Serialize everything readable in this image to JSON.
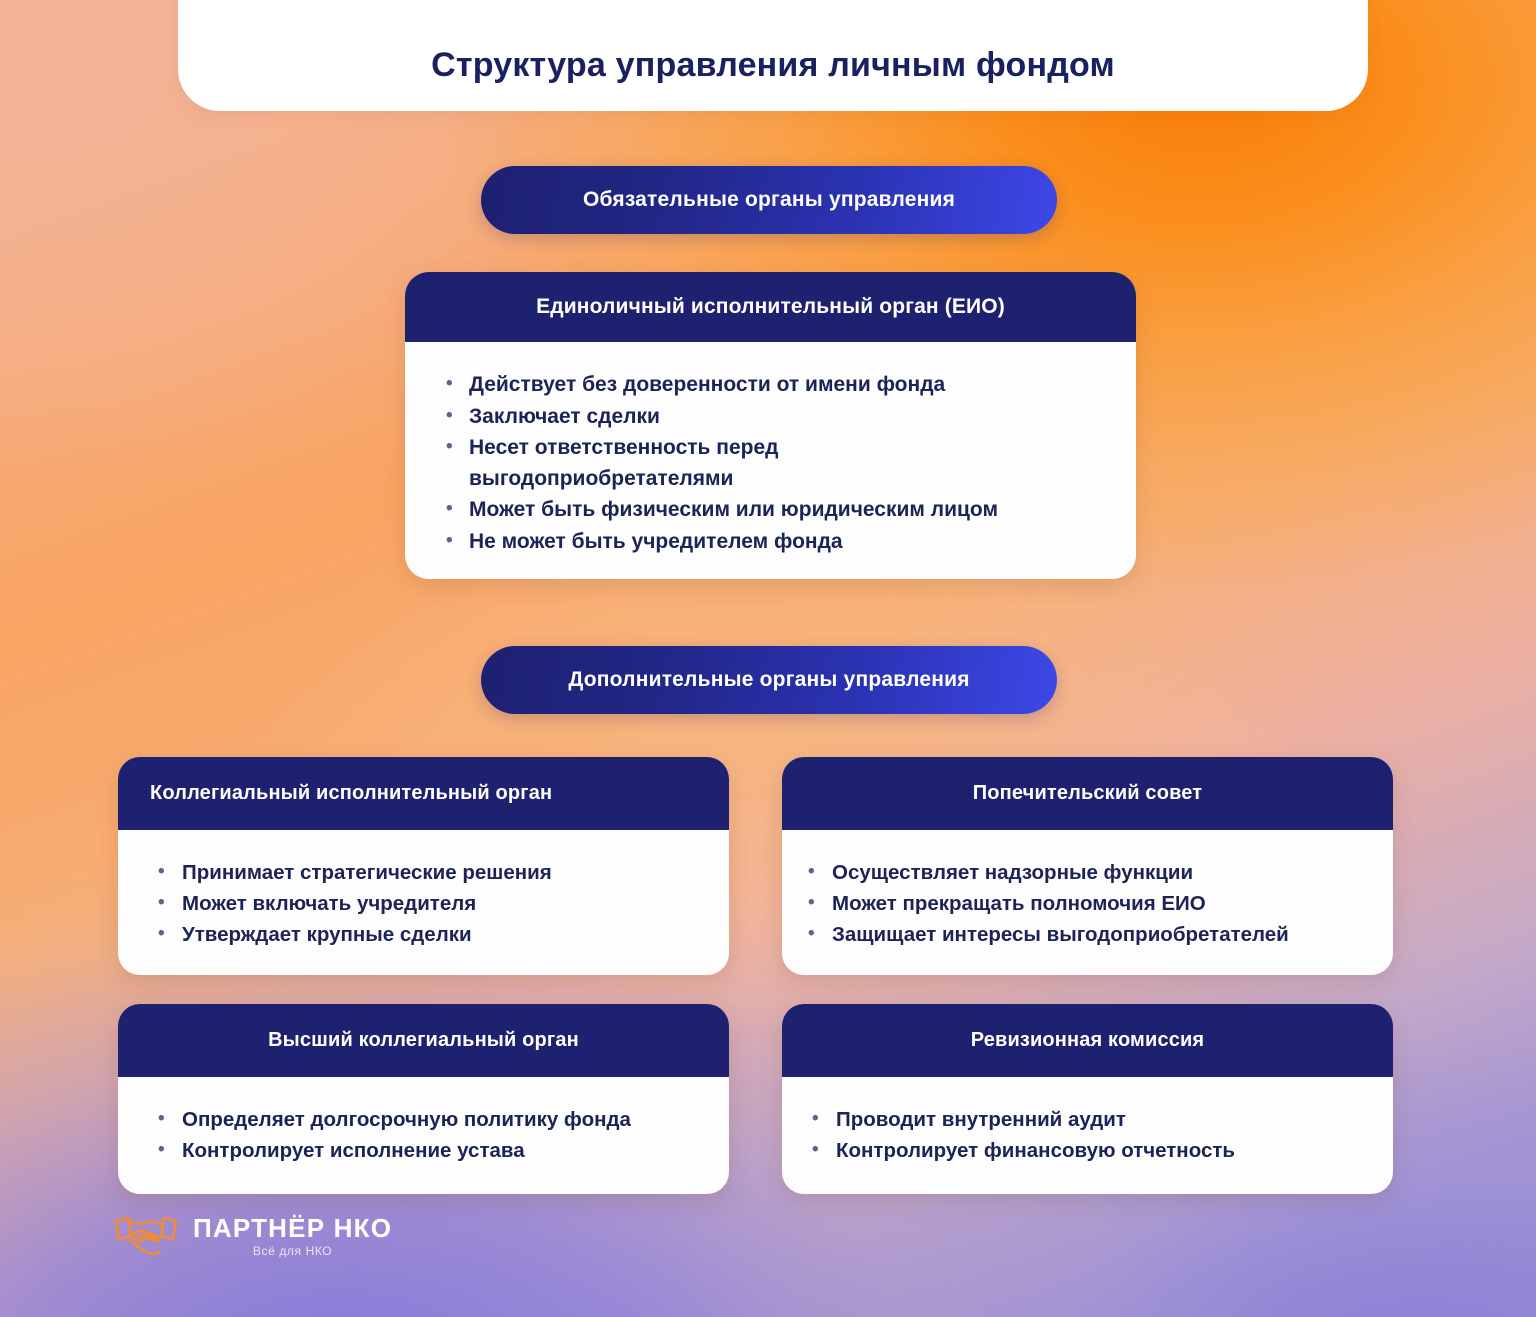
{
  "header": {
    "title": "Структура управления личным фондом"
  },
  "sections": {
    "mandatory_badge": "Обязательные органы управления",
    "additional_badge": "Дополнительные органы управления"
  },
  "cards": {
    "eio": {
      "title": "Единоличный исполнительный орган (ЕИО)",
      "bullets": [
        "Действует без доверенности от имени фонда",
        "Заключает сделки",
        "Несет ответственность перед выгодоприобретателями",
        "Может быть физическим или юридическим лицом",
        "Не может быть учредителем фонда"
      ]
    },
    "collegial": {
      "title": "Коллегиальный исполнительный орган",
      "bullets": [
        "Принимает стратегические решения",
        "Может включать учредителя",
        "Утверждает крупные сделки"
      ]
    },
    "trustee": {
      "title": "Попечительский совет",
      "bullets": [
        "Осуществляет надзорные функции",
        "Может прекращать полномочия ЕИО",
        "Защищает интересы выгодоприобретателей"
      ]
    },
    "supreme": {
      "title": "Высший коллегиальный орган",
      "bullets": [
        "Определяет долгосрочную политику фонда",
        "Контролирует исполнение устава"
      ]
    },
    "audit": {
      "title": "Ревизионная комиссия",
      "bullets": [
        "Проводит внутренний аудит",
        "Контролирует финансовую отчетность"
      ]
    }
  },
  "logo": {
    "icon": "handshake-icon",
    "name": "ПАРТНЁР НКО",
    "tagline": "Всё для НКО"
  },
  "colors": {
    "navy": "#1e2170",
    "navy_text": "#1c2457",
    "pill_gradient_start": "#1d2070",
    "pill_gradient_end": "#3d48e8",
    "card_bg": "#fdfdfd",
    "bullet_dot": "#5b6690",
    "accent_orange": "#f8842a",
    "bg_orange": "#fa7c05",
    "bg_peach": "#f3b28f",
    "bg_purple": "#8378db"
  }
}
